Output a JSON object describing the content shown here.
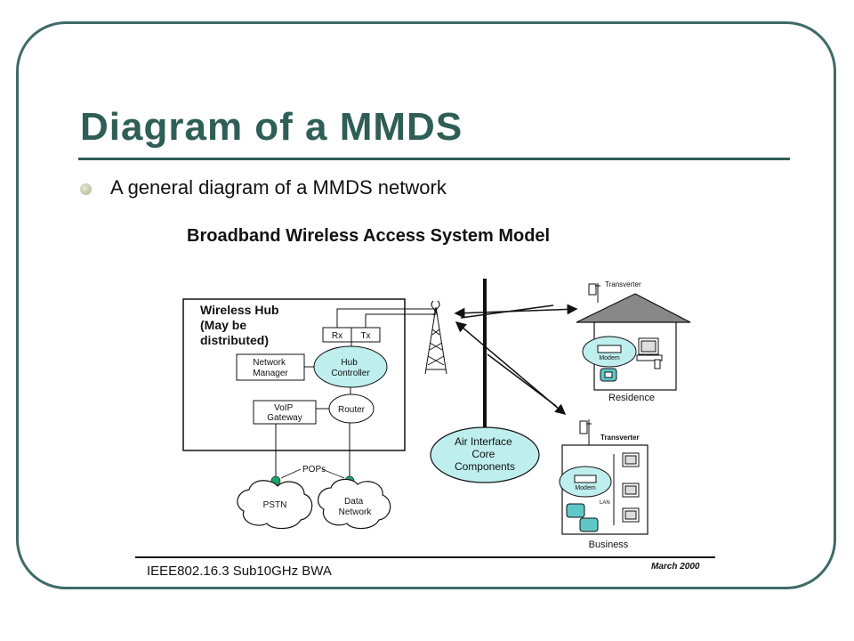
{
  "slide": {
    "title": "Diagram of a MMDS",
    "bullet": "A general diagram of a MMDS network"
  },
  "diagram": {
    "title": "Broadband Wireless Access System Model",
    "hub_label": [
      "Wireless Hub",
      "(May be",
      "distributed)"
    ],
    "rx": "Rx",
    "tx": "Tx",
    "network_manager": [
      "Network",
      "Manager"
    ],
    "hub_controller": [
      "Hub",
      "Controller"
    ],
    "voip_gateway": [
      "VoIP",
      "Gateway"
    ],
    "router": "Router",
    "pops": "POPs",
    "pstn": "PSTN",
    "data_network": [
      "Data",
      "Network"
    ],
    "air_interface": [
      "Air Interface",
      "Core",
      "Components"
    ],
    "transverter_top": "Transverter",
    "modem_top": "Modem",
    "residence": "Residence",
    "transverter_bottom": "Transverter",
    "modem_bottom": "Modem",
    "lan": "LAN",
    "business": "Business",
    "footer_left": "IEEE802.16.3 Sub10GHz BWA",
    "footer_right": "March 2000"
  },
  "colors": {
    "accent": "#2e5e56",
    "frame": "#3e6b67",
    "cyan_fill": "#bfeeee",
    "pop_green": "#1fa36a"
  }
}
